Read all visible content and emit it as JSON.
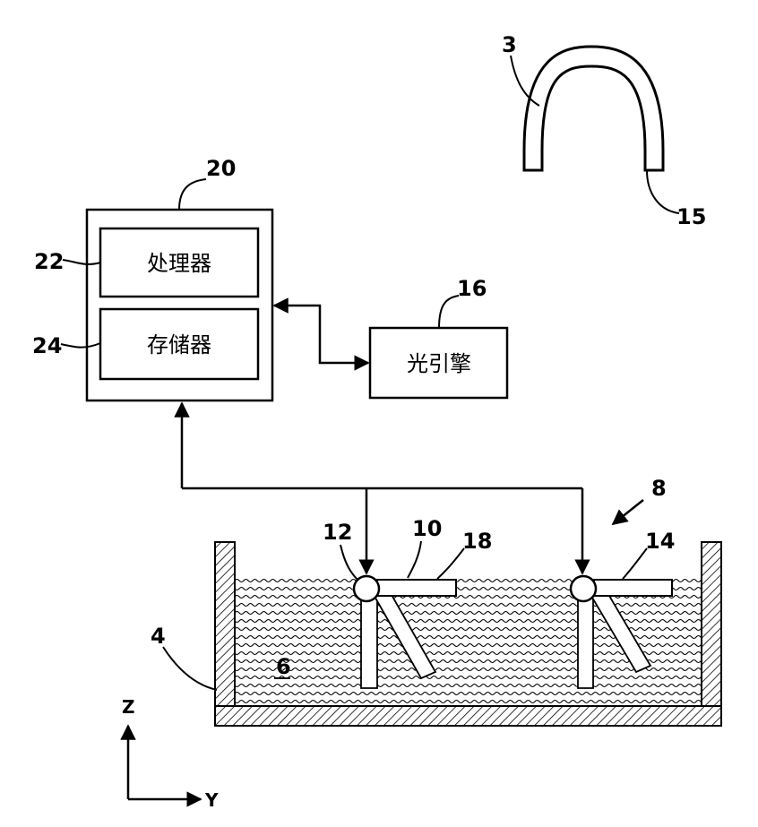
{
  "labels": {
    "ref_3": "3",
    "ref_15": "15",
    "ref_20": "20",
    "ref_22": "22",
    "ref_24": "24",
    "ref_16": "16",
    "ref_8": "8",
    "ref_12": "12",
    "ref_10": "10",
    "ref_18": "18",
    "ref_14": "14",
    "ref_4": "4",
    "ref_6": "6"
  },
  "boxes": {
    "processor": "处理器",
    "memory": "存储器",
    "light_engine": "光引擎"
  },
  "axes": {
    "z": "Z",
    "y": "Y"
  }
}
